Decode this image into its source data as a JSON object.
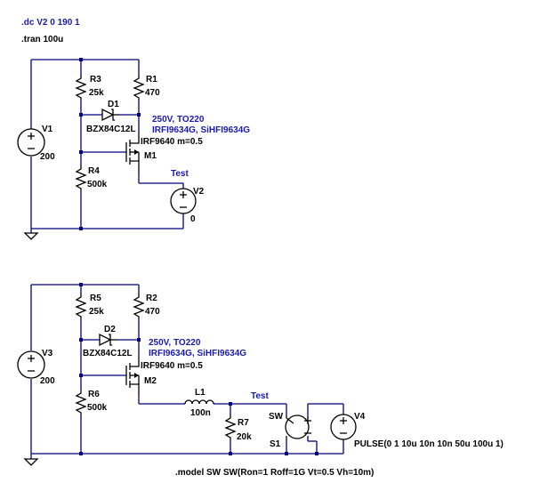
{
  "directives": {
    "dc": ".dc V2 0 190 1",
    "tran": ".tran 100u",
    "model": ".model SW SW(Ron=1 Roff=1G Vt=0.5 Vh=10m)"
  },
  "top": {
    "r3": {
      "name": "R3",
      "value": "25k"
    },
    "r1": {
      "name": "R1",
      "value": "470"
    },
    "d1": {
      "name": "D1",
      "value": "BZX84C12L"
    },
    "v1": {
      "name": "V1",
      "value": "200"
    },
    "r4": {
      "name": "R4",
      "value": "500k"
    },
    "m1": {
      "name": "M1",
      "value": "IRF9640 m=0.5"
    },
    "note1": "250V, TO220",
    "note2": "IRFI9634G, SiHFI9634G",
    "test": "Test",
    "v2": {
      "name": "V2",
      "value": "0"
    }
  },
  "bottom": {
    "r5": {
      "name": "R5",
      "value": "25k"
    },
    "r2": {
      "name": "R2",
      "value": "470"
    },
    "d2": {
      "name": "D2",
      "value": "BZX84C12L"
    },
    "v3": {
      "name": "V3",
      "value": "200"
    },
    "r6": {
      "name": "R6",
      "value": "500k"
    },
    "m2": {
      "name": "M2",
      "value": "IRF9640 m=0.5"
    },
    "note1": "250V, TO220",
    "note2": "IRFI9634G, SiHFI9634G",
    "l1": {
      "name": "L1",
      "value": "100n"
    },
    "test": "Test",
    "r7": {
      "name": "R7",
      "value": "20k"
    },
    "sw_label": "SW",
    "s1": "S1",
    "v4": {
      "name": "V4",
      "value": "PULSE(0 1 10u 10n 10n 50u 100u 1)"
    }
  },
  "colors": {
    "wire": "#000080",
    "component": "#000000",
    "directive": "#1a1ab0"
  }
}
